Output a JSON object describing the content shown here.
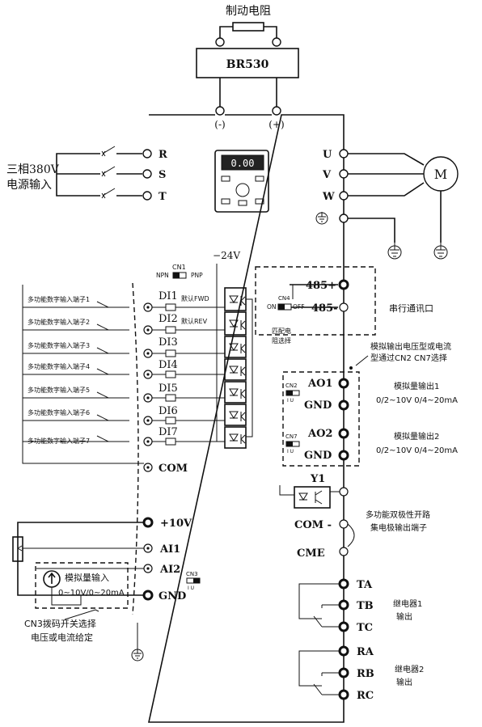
{
  "resistor": {
    "title": "制动电阻",
    "model": "BR530"
  },
  "bus": {
    "neg": "(-)",
    "pos": "(+)"
  },
  "power_input": {
    "line1": "三相380V",
    "line2": "电源输入"
  },
  "terminals_left_power": [
    "R",
    "S",
    "T"
  ],
  "terminals_motor": [
    "U",
    "V",
    "W"
  ],
  "motor_label": "M",
  "keypad_display": "0.00",
  "voltage_24": "24V",
  "cn1": {
    "label": "CN1",
    "npn": "NPN",
    "pnp": "PNP"
  },
  "digital_inputs": [
    {
      "term": "DI1",
      "desc": "多功能数字输入端子1",
      "default": "默认FWD"
    },
    {
      "term": "DI2",
      "desc": "多功能数字输入端子2",
      "default": "默认REV"
    },
    {
      "term": "DI3",
      "desc": "多功能数字输入端子3",
      "default": ""
    },
    {
      "term": "DI4",
      "desc": "多功能数字输入端子4",
      "default": ""
    },
    {
      "term": "DI5",
      "desc": "多功能数字输入端子5",
      "default": ""
    },
    {
      "term": "DI6",
      "desc": "多功能数字输入端子6",
      "default": ""
    },
    {
      "term": "DI7",
      "desc": "多功能数字输入端子7",
      "default": ""
    }
  ],
  "com_label": "COM",
  "rs485": {
    "plus": "485+",
    "minus": "485-",
    "cn4": "CN4",
    "on": "ON",
    "off": "OFF",
    "cn4_note": [
      "匹配电",
      "阻选择"
    ],
    "comm_label": "串行通讯口"
  },
  "ao_note": [
    "模拟输出电压型或电流",
    "型通过CN2 CN7选择"
  ],
  "ao1": {
    "term": "AO1",
    "gnd": "GND",
    "cn": "CN2",
    "sub": "I U",
    "title": "模拟量输出1",
    "range": "0/2~10V  0/4~20mA"
  },
  "ao2": {
    "term": "AO2",
    "gnd": "GND",
    "cn": "CN7",
    "sub": "I U",
    "title": "模拟量输出2",
    "range": "0/2~10V  0/4~20mA"
  },
  "y1": {
    "term": "Y1",
    "com": "COM -",
    "cme": "CME",
    "desc": [
      "多功能双极性开路",
      "集电极输出端子"
    ]
  },
  "relay1": {
    "terms": [
      "TA",
      "TB",
      "TC"
    ],
    "desc": [
      "继电器1",
      "输出"
    ]
  },
  "relay2": {
    "terms": [
      "RA",
      "RB",
      "RC"
    ],
    "desc": [
      "继电器2",
      "输出"
    ]
  },
  "analog_in": {
    "v10": "+10V",
    "ai1": "AI1",
    "ai2": "AI2",
    "gnd": "GND",
    "cn3": "CN3",
    "cn3_sub": "I U",
    "box_line1": "模拟量输入",
    "box_line2": "0~10V/0~20mA",
    "note_line1": "CN3拨码开关选择",
    "note_line2": "电压或电流给定"
  }
}
